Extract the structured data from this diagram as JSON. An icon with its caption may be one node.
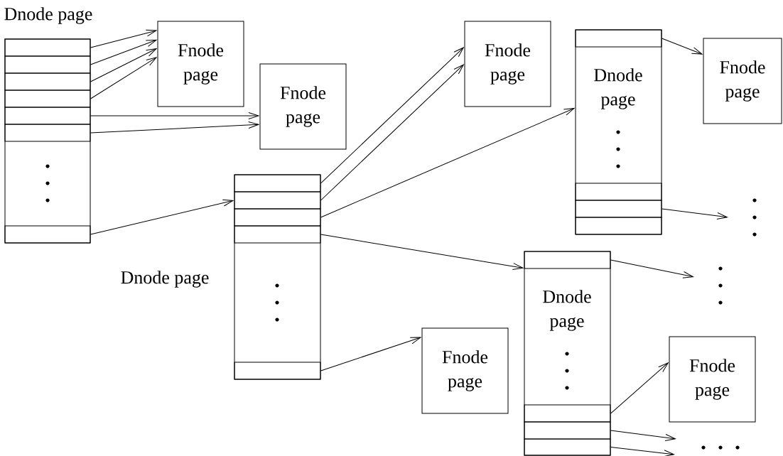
{
  "diagram": {
    "nodes": [
      {
        "text": [
          "Dnode page"
        ]
      },
      {
        "text": [],
        "shape": "box",
        "in": 0
      },
      {
        "text": [],
        "shape": "box",
        "in": 0
      },
      {
        "text": [],
        "shape": "box",
        "in": 0
      },
      {
        "text": [],
        "shape": "box",
        "in": 0
      },
      {
        "text": [],
        "shape": "box",
        "in": 0
      },
      {
        "text": [],
        "shape": "box",
        "in": 0
      },
      {
        "text": [],
        "shape": "box",
        "in": 0
      },
      {
        "text": [
          "Fnode page"
        ]
      },
      {
        "text": [
          "Fnode page"
        ]
      },
      {
        "text": [
          "Dnode page"
        ]
      },
      {
        "text": [],
        "shape": "box",
        "in": 10
      },
      {
        "text": [],
        "shape": "box",
        "in": 10
      },
      {
        "text": [],
        "shape": "box",
        "in": 10
      },
      {
        "text": [],
        "shape": "box",
        "in": 10
      },
      {
        "text": [],
        "shape": "box",
        "in": 10
      },
      {
        "text": [
          "Fnode page"
        ]
      },
      {
        "text": [
          "Dnode page"
        ]
      },
      {
        "text": [],
        "shape": "box",
        "in": 17
      },
      {
        "text": [],
        "shape": "box",
        "in": 17
      },
      {
        "text": [],
        "shape": "box",
        "in": 17
      },
      {
        "text": [],
        "shape": "box",
        "in": 17
      },
      {
        "text": [
          "Fnode page"
        ]
      },
      {
        "text": [
          "Dnode page"
        ]
      },
      {
        "text": [],
        "shape": "box",
        "in": 23
      },
      {
        "text": [],
        "shape": "box",
        "in": 23
      },
      {
        "text": [],
        "shape": "box",
        "in": 23
      },
      {
        "text": [],
        "shape": "box",
        "in": 23
      },
      {
        "text": [
          "Fnode page"
        ]
      },
      {
        "text": [
          "Fnode page"
        ]
      }
    ],
    "edges": [
      {
        "from": 1,
        "to": 8,
        "arrow": "to"
      },
      {
        "from": 2,
        "to": 8,
        "arrow": "to"
      },
      {
        "from": 3,
        "to": 8,
        "arrow": "to"
      },
      {
        "from": 4,
        "to": 8,
        "arrow": "to"
      },
      {
        "from": 5,
        "to": 9,
        "arrow": "to"
      },
      {
        "from": 6,
        "to": 9,
        "arrow": "to"
      },
      {
        "from": 7,
        "to": 12,
        "arrow": "to"
      },
      {
        "from": 11,
        "to": 16,
        "arrow": "to"
      },
      {
        "from": 12,
        "to": 16,
        "arrow": "to"
      },
      {
        "from": 13,
        "to": 17,
        "arrow": "to"
      },
      {
        "from": 14,
        "to": 23,
        "arrow": "to"
      },
      {
        "from": 15,
        "to": 28,
        "arrow": "to"
      },
      {
        "from": 18,
        "to": 22,
        "arrow": "to"
      },
      {
        "from": 20,
        "to": null,
        "arrow": "to"
      },
      {
        "from": 24,
        "to": null,
        "arrow": "to"
      },
      {
        "from": 25,
        "to": 29,
        "arrow": "to"
      },
      {
        "from": 26,
        "to": null,
        "arrow": "to"
      },
      {
        "from": 27,
        "to": null,
        "arrow": "to"
      }
    ]
  }
}
